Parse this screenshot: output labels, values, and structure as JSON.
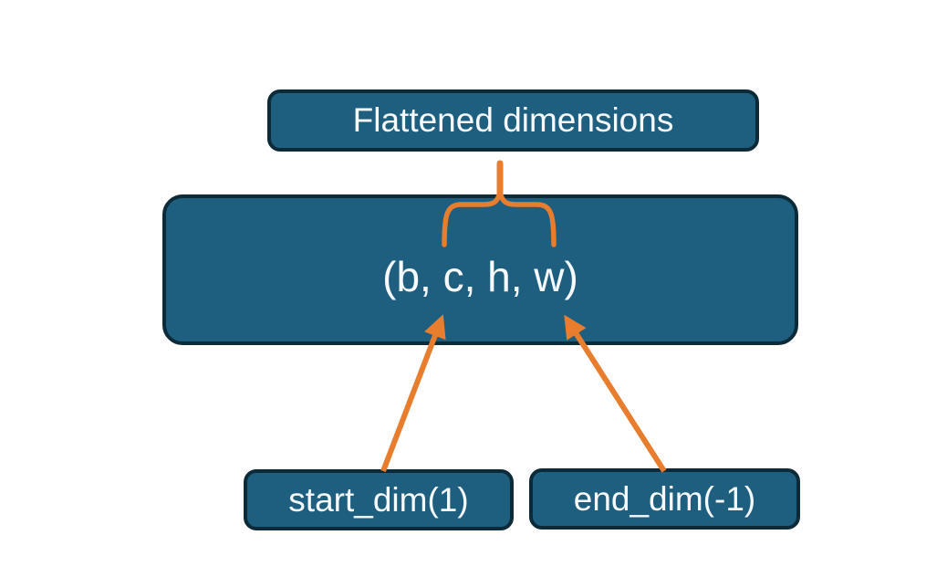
{
  "diagram": {
    "type": "flatten-dimensions-diagram",
    "nodes": {
      "flattened_label": "Flattened dimensions",
      "tensor_shape": "(b, c, h, w)",
      "start_dim_label": "start_dim(1)",
      "end_dim_label": "end_dim(-1)"
    },
    "connectors": {
      "brace": "brace grouping dims c through w, pointing up to Flattened dimensions",
      "arrow_left": "from start_dim(1) to dim c",
      "arrow_right": "from end_dim(-1) to dim w"
    },
    "colors": {
      "box_fill": "#1e5f80",
      "box_border": "#0d2a38",
      "accent_orange": "#e87d2e",
      "text": "#f7fafc",
      "background": "#ffffff"
    }
  }
}
